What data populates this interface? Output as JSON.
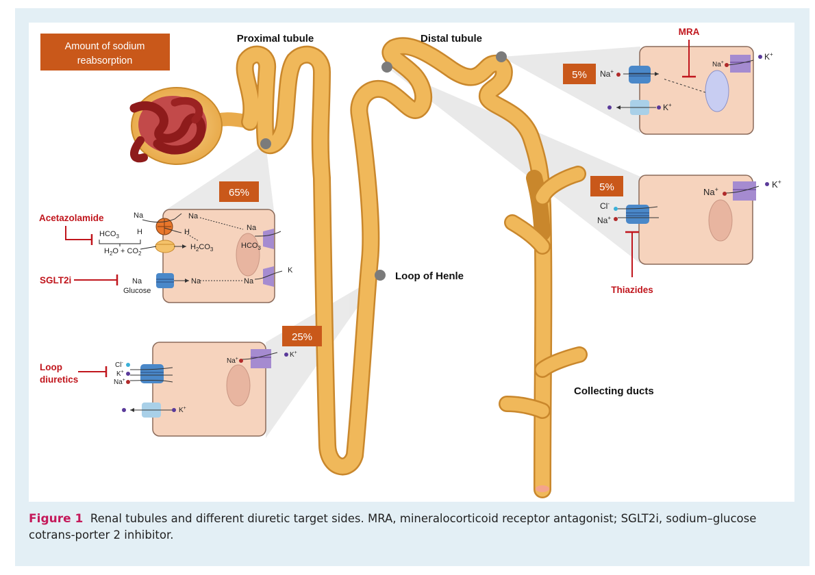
{
  "legend": {
    "label_line1": "Amount of sodium",
    "label_line2": "reabsorption",
    "color": "#c9581a"
  },
  "segments": {
    "proximal": "Proximal tubule",
    "distal": "Distal tubule",
    "loop": "Loop of Henle",
    "collecting": "Collecting ducts"
  },
  "percents": {
    "proximal": "65%",
    "loop": "25%",
    "distal": "5%",
    "collecting": "5%"
  },
  "drugs": {
    "acetazolamide": "Acetazolamide",
    "sglt2i": "SGLT2i",
    "loop_line1": "Loop",
    "loop_line2": "diuretics",
    "mra": "MRA",
    "thiazides": "Thiazides",
    "color": "#c0151c"
  },
  "ions": {
    "na": "Na",
    "h": "H",
    "k": "K",
    "glucose": "Glucose",
    "hco3": "HCO",
    "sub3": "3",
    "h2co3_h": "H",
    "h2co3_co": "CO",
    "h2o_h": "H",
    "h2o_o": "O + CO",
    "sub2": "2",
    "cl": "Cl",
    "minus": "-",
    "plus": "+"
  },
  "caption": {
    "figure": "Figure 1",
    "text": "Renal tubules and different diuretic target sides. MRA, mineralocorticoid receptor antagonist; SGLT2i, sodium–glucose cotrans-porter 2 inhibitor."
  },
  "colors": {
    "tubule": "#f0b85a",
    "cell": "#f6d3bd",
    "transporter_blue": "#4a88c9",
    "transporter_purple": "#a58bd0"
  }
}
